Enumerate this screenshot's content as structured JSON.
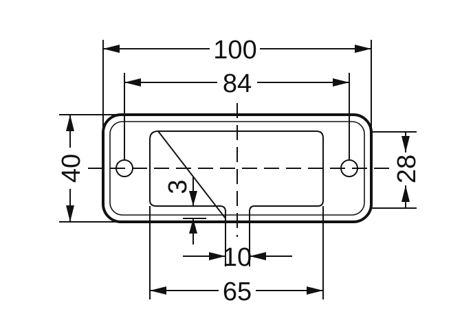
{
  "dimensions": {
    "overall_width": "100",
    "hole_spacing": "84",
    "overall_height": "40",
    "window_height": "28",
    "notch_depth": "3",
    "notch_width": "10",
    "window_width": "65"
  }
}
